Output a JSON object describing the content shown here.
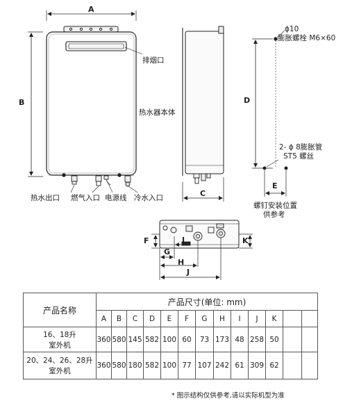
{
  "front_view": {
    "dim_width": "A",
    "dim_height": "B",
    "label_exhaust": "排烟口",
    "label_body": "热水器本体",
    "label_hot_out": "热水出口",
    "label_gas_in": "燃气入口",
    "label_power": "电源线",
    "label_cold_in": "冷水入口"
  },
  "side_view": {
    "dim_depth": "C",
    "dim_mount_height": "D"
  },
  "mounting": {
    "bolt_line1": "ϕ10",
    "bolt_line2": "膨胀螺栓 M6×60",
    "screw_line1": "2- ϕ 8膨胀管",
    "screw_line2": "ST5 螺丝",
    "dim_e": "E",
    "position_line1": "螺钉安装位置",
    "position_line2": "供参考"
  },
  "bottom_view": {
    "dim_f": "F",
    "dim_g": "G",
    "dim_h": "H",
    "dim_i": "I",
    "dim_j": "J",
    "dim_k": "K"
  },
  "table": {
    "header_name": "产品名称",
    "header_dims": "产品尺寸(单位: mm)",
    "columns": [
      "A",
      "B",
      "C",
      "D",
      "E",
      "F",
      "G",
      "H",
      "I",
      "J",
      "K"
    ],
    "rows": [
      {
        "name_line1": "16、18升",
        "name_line2": "室外机",
        "values": [
          "360",
          "580",
          "145",
          "582",
          "100",
          "60",
          "73",
          "173",
          "48",
          "258",
          "50"
        ]
      },
      {
        "name_line1": "20、24、26、28升",
        "name_line2": "室外机",
        "values": [
          "360",
          "580",
          "180",
          "582",
          "100",
          "77",
          "107",
          "242",
          "61",
          "309",
          "62"
        ]
      }
    ]
  },
  "note": "* 图示结构仅供参考,请以实际机型为准"
}
